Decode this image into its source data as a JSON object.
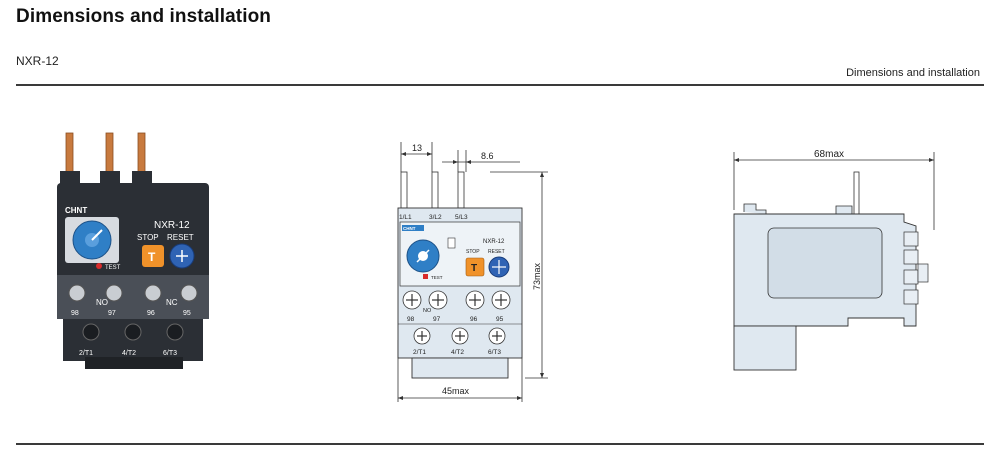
{
  "header": {
    "title": "Dimensions and installation",
    "model": "NXR-12",
    "section": "Dimensions and installation"
  },
  "photo": {
    "brand": "CHNT",
    "model": "NXR-12",
    "stop_label": "STOP",
    "reset_label": "RESET",
    "test_label": "TEST",
    "no_label": "NO",
    "nc_label": "NC",
    "terminals_top": [
      "98",
      "97",
      "96",
      "95"
    ],
    "terminals_bottom": [
      "2/T1",
      "4/T2",
      "6/T3"
    ],
    "stop_button_letter": "T"
  },
  "front_view": {
    "dim_pin_spacing": "13",
    "dim_pin_width": "8.6",
    "dim_height": "73max",
    "dim_width": "45max",
    "pin_labels": [
      "1/L1",
      "3/L2",
      "5/L3"
    ],
    "brand": "CHNT",
    "model": "NXR-12",
    "stop_label": "STOP",
    "reset_label": "RESET",
    "test_label": "TEST",
    "no_label": "NO",
    "terminals_top": [
      "98",
      "97",
      "96",
      "95"
    ],
    "terminals_bottom": [
      "2/T1",
      "4/T2",
      "6/T3"
    ],
    "stop_button_letter": "T"
  },
  "side_view": {
    "dim_depth": "68max"
  },
  "colors": {
    "rule": "#3a3a3a",
    "relay_dark": "#2b2f35",
    "relay_mid": "#474c54",
    "copper": "#c87a3e",
    "dial_blue": "#2f7fc6",
    "button_orange": "#f0922a",
    "drawing_fill": "#dfe8f0",
    "drawing_line": "#333333"
  }
}
